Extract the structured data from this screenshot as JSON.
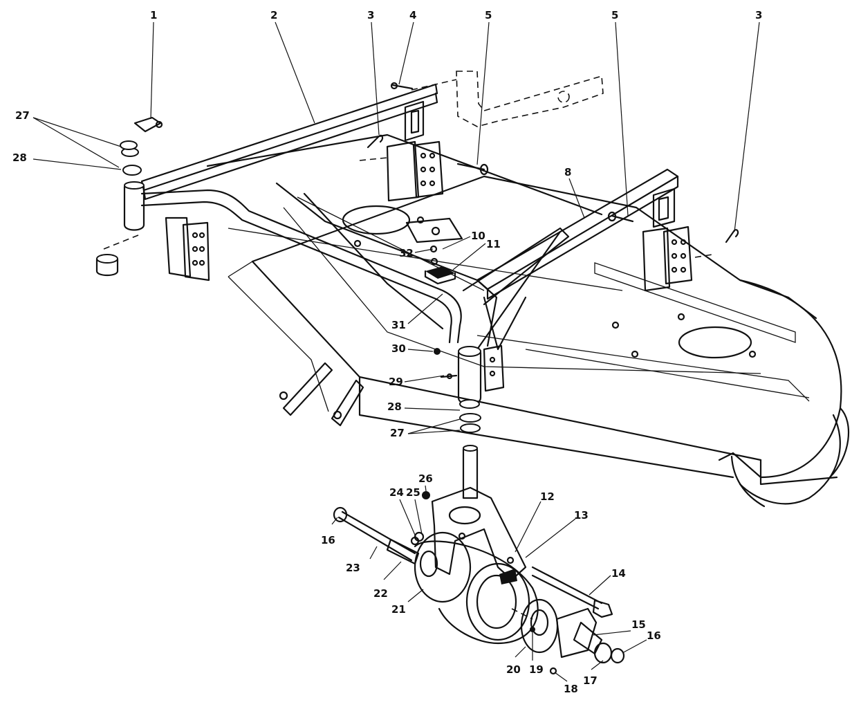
{
  "diagram": {
    "labels": {
      "1": "1",
      "2": "2",
      "3a": "3",
      "3b": "3",
      "4": "4",
      "5a": "5",
      "5b": "5",
      "8": "8",
      "10": "10",
      "11": "11",
      "12": "12",
      "13": "13",
      "14": "14",
      "15": "15",
      "16a": "16",
      "16b": "16",
      "17": "17",
      "18": "18",
      "19": "19",
      "20": "20",
      "21": "21",
      "22": "22",
      "23": "23",
      "24": "24",
      "25": "25",
      "26": "26",
      "27a": "27",
      "27b": "27",
      "28a": "28",
      "28b": "28",
      "29": "29",
      "30": "30",
      "31": "31",
      "32": "32"
    }
  }
}
